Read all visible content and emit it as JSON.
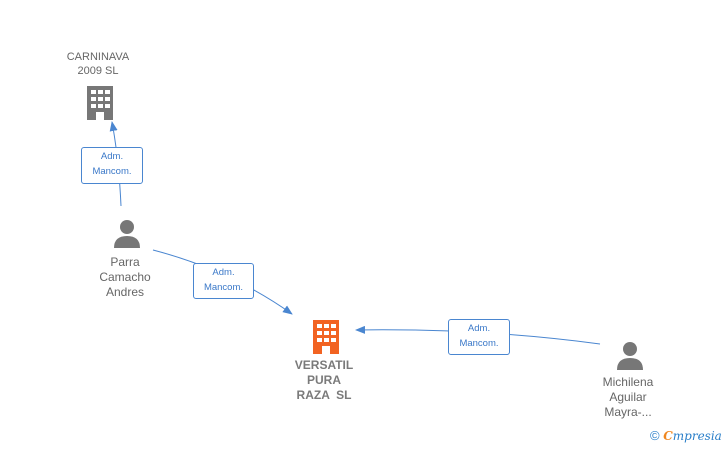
{
  "nodes": {
    "carninava": {
      "lines": [
        "CARNINAVA",
        "2009 SL"
      ],
      "type": "company",
      "color": "#777777"
    },
    "versatil": {
      "lines": [
        "VERSATIL",
        "PURA",
        "RAZA  SL"
      ],
      "type": "company",
      "color": "#f26322"
    },
    "parra": {
      "lines": [
        "Parra",
        "Camacho",
        "Andres"
      ],
      "type": "person",
      "color": "#777777"
    },
    "michilena": {
      "lines": [
        "Michilena",
        "Aguilar",
        "Mayra-..."
      ],
      "type": "person",
      "color": "#777777"
    }
  },
  "edges": [
    {
      "from": "parra",
      "to": "carninava",
      "label": [
        "Adm.",
        "Mancom."
      ]
    },
    {
      "from": "parra",
      "to": "versatil",
      "label": [
        "Adm.",
        "Mancom."
      ]
    },
    {
      "from": "michilena",
      "to": "versatil",
      "label": [
        "Adm.",
        "Mancom."
      ]
    }
  ],
  "footer": {
    "copyright_symbol": "©",
    "brand_first": "C",
    "brand_rest": "mpresia"
  },
  "colors": {
    "edge": "#4a86d0",
    "accent": "#f0861e"
  }
}
